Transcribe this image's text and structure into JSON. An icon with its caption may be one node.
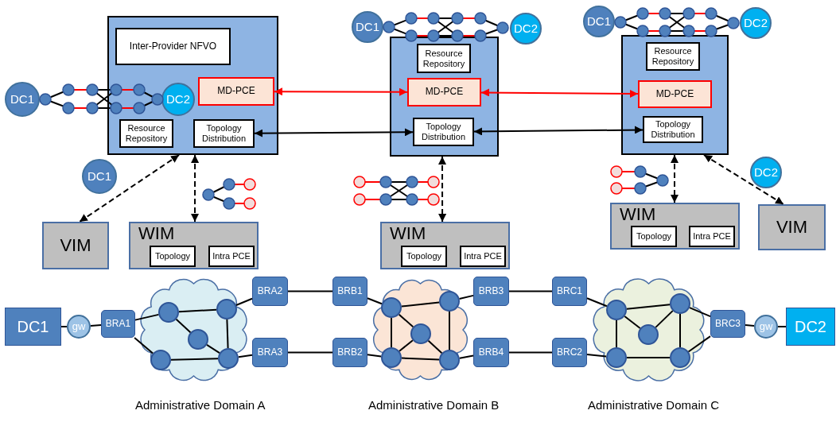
{
  "diagram": {
    "nodes": [
      {
        "text": [],
        "shape": "box"
      },
      {
        "text": [
          "Inter-Provider NFVO"
        ],
        "in": 0
      },
      {
        "text": [
          "MD-PCE"
        ],
        "in": 0
      },
      {
        "text": [
          "Resource Repository"
        ],
        "in": 0
      },
      {
        "text": [
          "Topology Distribution"
        ],
        "in": 0
      },
      {
        "text": [
          "DC1"
        ]
      },
      {
        "text": [
          "DC2"
        ],
        "in": 0
      },
      {
        "text": [
          "DC1"
        ]
      },
      {
        "text": [
          "DC2"
        ]
      },
      {
        "text": [],
        "shape": "box"
      },
      {
        "text": [
          "Resource Repository"
        ],
        "in": 9
      },
      {
        "text": [
          "MD-PCE"
        ],
        "in": 9
      },
      {
        "text": [
          "Topology Distribution"
        ],
        "in": 9
      },
      {
        "text": [
          "DC1"
        ]
      },
      {
        "text": [
          "DC2"
        ]
      },
      {
        "text": [],
        "shape": "box"
      },
      {
        "text": [
          "Resource Repository"
        ],
        "in": 15
      },
      {
        "text": [
          "MD-PCE"
        ],
        "in": 15
      },
      {
        "text": [
          "Topology Distribution"
        ],
        "in": 15
      },
      {
        "text": [
          "DC1"
        ]
      },
      {
        "text": [
          "VIM"
        ]
      },
      {
        "text": [
          "WIM"
        ]
      },
      {
        "text": [
          "Topology"
        ],
        "in": 21
      },
      {
        "text": [
          "Intra PCE"
        ],
        "in": 21
      },
      {
        "text": [
          "WIM"
        ]
      },
      {
        "text": [
          "Topology"
        ],
        "in": 24
      },
      {
        "text": [
          "Intra PCE"
        ],
        "in": 24
      },
      {
        "text": [
          "DC2"
        ]
      },
      {
        "text": [
          "WIM"
        ]
      },
      {
        "text": [
          "Topology"
        ],
        "in": 28
      },
      {
        "text": [
          "Intra PCE"
        ],
        "in": 28
      },
      {
        "text": [
          "VIM"
        ]
      },
      {
        "text": [
          "DC1"
        ]
      },
      {
        "text": [
          "gw"
        ]
      },
      {
        "text": [
          "BRA1"
        ]
      },
      {
        "text": [],
        "shape": "cloud",
        "beside": [
          "Administrative Domain A"
        ]
      },
      {
        "text": [],
        "shape": "circle",
        "in": 35
      },
      {
        "text": [],
        "shape": "circle",
        "in": 35
      },
      {
        "text": [],
        "shape": "circle",
        "in": 35
      },
      {
        "text": [],
        "shape": "circle",
        "in": 35
      },
      {
        "text": [],
        "shape": "circle",
        "in": 35
      },
      {
        "text": [
          "BRA2"
        ]
      },
      {
        "text": [
          "BRA3"
        ]
      },
      {
        "text": [
          "BRB1"
        ]
      },
      {
        "text": [
          "BRB2"
        ]
      },
      {
        "text": [],
        "shape": "cloud",
        "beside": [
          "Administrative Domain B"
        ]
      },
      {
        "text": [],
        "shape": "circle",
        "in": 45
      },
      {
        "text": [],
        "shape": "circle",
        "in": 45
      },
      {
        "text": [],
        "shape": "circle",
        "in": 45
      },
      {
        "text": [],
        "shape": "circle",
        "in": 45
      },
      {
        "text": [],
        "shape": "circle",
        "in": 45
      },
      {
        "text": [
          "BRB3"
        ]
      },
      {
        "text": [
          "BRB4"
        ]
      },
      {
        "text": [
          "BRC1"
        ]
      },
      {
        "text": [
          "BRC2"
        ]
      },
      {
        "text": [],
        "shape": "cloud",
        "beside": [
          "Administrative Domain C"
        ]
      },
      {
        "text": [],
        "shape": "circle",
        "in": 55
      },
      {
        "text": [],
        "shape": "circle",
        "in": 55
      },
      {
        "text": [],
        "shape": "circle",
        "in": 55
      },
      {
        "text": [],
        "shape": "circle",
        "in": 55
      },
      {
        "text": [],
        "shape": "circle",
        "in": 55
      },
      {
        "text": [
          "BRC3"
        ]
      },
      {
        "text": [
          "gw"
        ]
      },
      {
        "text": [
          "DC2"
        ]
      }
    ],
    "edges": [
      {
        "from": 2,
        "to": 11,
        "arrow": "both",
        "color": "#ff0000"
      },
      {
        "from": 11,
        "to": 17,
        "arrow": "both",
        "color": "#ff0000"
      },
      {
        "from": 4,
        "to": 12,
        "arrow": "both"
      },
      {
        "from": 12,
        "to": 18,
        "arrow": "both"
      },
      {
        "from": 0,
        "to": 20,
        "arrow": "both",
        "style": "dashed"
      },
      {
        "from": 0,
        "to": 21,
        "arrow": "both",
        "style": "dashed"
      },
      {
        "from": 9,
        "to": 24,
        "arrow": "both",
        "style": "dashed"
      },
      {
        "from": 15,
        "to": 28,
        "arrow": "both",
        "style": "dashed"
      },
      {
        "from": 15,
        "to": 31,
        "arrow": "both",
        "style": "dashed"
      },
      {
        "from": 32,
        "to": 33,
        "arrow": "none"
      },
      {
        "from": 33,
        "to": 34,
        "arrow": "none"
      },
      {
        "from": 34,
        "to": 36,
        "arrow": "none"
      },
      {
        "from": 34,
        "to": 39,
        "arrow": "none"
      },
      {
        "from": 36,
        "to": 37,
        "arrow": "none"
      },
      {
        "from": 36,
        "to": 38,
        "arrow": "none"
      },
      {
        "from": 38,
        "to": 40,
        "arrow": "none"
      },
      {
        "from": 37,
        "to": 40,
        "arrow": "none"
      },
      {
        "from": 39,
        "to": 40,
        "arrow": "none"
      },
      {
        "from": 37,
        "to": 41,
        "arrow": "none"
      },
      {
        "from": 40,
        "to": 42,
        "arrow": "none"
      },
      {
        "from": 41,
        "to": 43,
        "arrow": "none"
      },
      {
        "from": 42,
        "to": 44,
        "arrow": "none"
      },
      {
        "from": 43,
        "to": 46,
        "arrow": "none"
      },
      {
        "from": 44,
        "to": 49,
        "arrow": "none"
      },
      {
        "from": 46,
        "to": 47,
        "arrow": "none"
      },
      {
        "from": 46,
        "to": 49,
        "arrow": "none"
      },
      {
        "from": 46,
        "to": 48,
        "arrow": "none"
      },
      {
        "from": 48,
        "to": 50,
        "arrow": "none"
      },
      {
        "from": 47,
        "to": 50,
        "arrow": "none"
      },
      {
        "from": 49,
        "to": 50,
        "arrow": "none"
      },
      {
        "from": 49,
        "to": 48,
        "arrow": "none"
      },
      {
        "from": 47,
        "to": 51,
        "arrow": "none"
      },
      {
        "from": 50,
        "to": 52,
        "arrow": "none"
      },
      {
        "from": 51,
        "to": 53,
        "arrow": "none"
      },
      {
        "from": 52,
        "to": 54,
        "arrow": "none"
      },
      {
        "from": 53,
        "to": 56,
        "arrow": "none"
      },
      {
        "from": 54,
        "to": 59,
        "arrow": "none"
      },
      {
        "from": 56,
        "to": 57,
        "arrow": "none"
      },
      {
        "from": 56,
        "to": 59,
        "arrow": "none"
      },
      {
        "from": 56,
        "to": 58,
        "arrow": "none"
      },
      {
        "from": 57,
        "to": 58,
        "arrow": "none"
      },
      {
        "from": 57,
        "to": 60,
        "arrow": "none"
      },
      {
        "from": 59,
        "to": 60,
        "arrow": "none"
      },
      {
        "from": 57,
        "to": 61,
        "arrow": "none"
      },
      {
        "from": 60,
        "to": 61,
        "arrow": "none"
      },
      {
        "from": 61,
        "to": 62,
        "arrow": "none"
      },
      {
        "from": 62,
        "to": 63,
        "arrow": "none"
      }
    ]
  }
}
